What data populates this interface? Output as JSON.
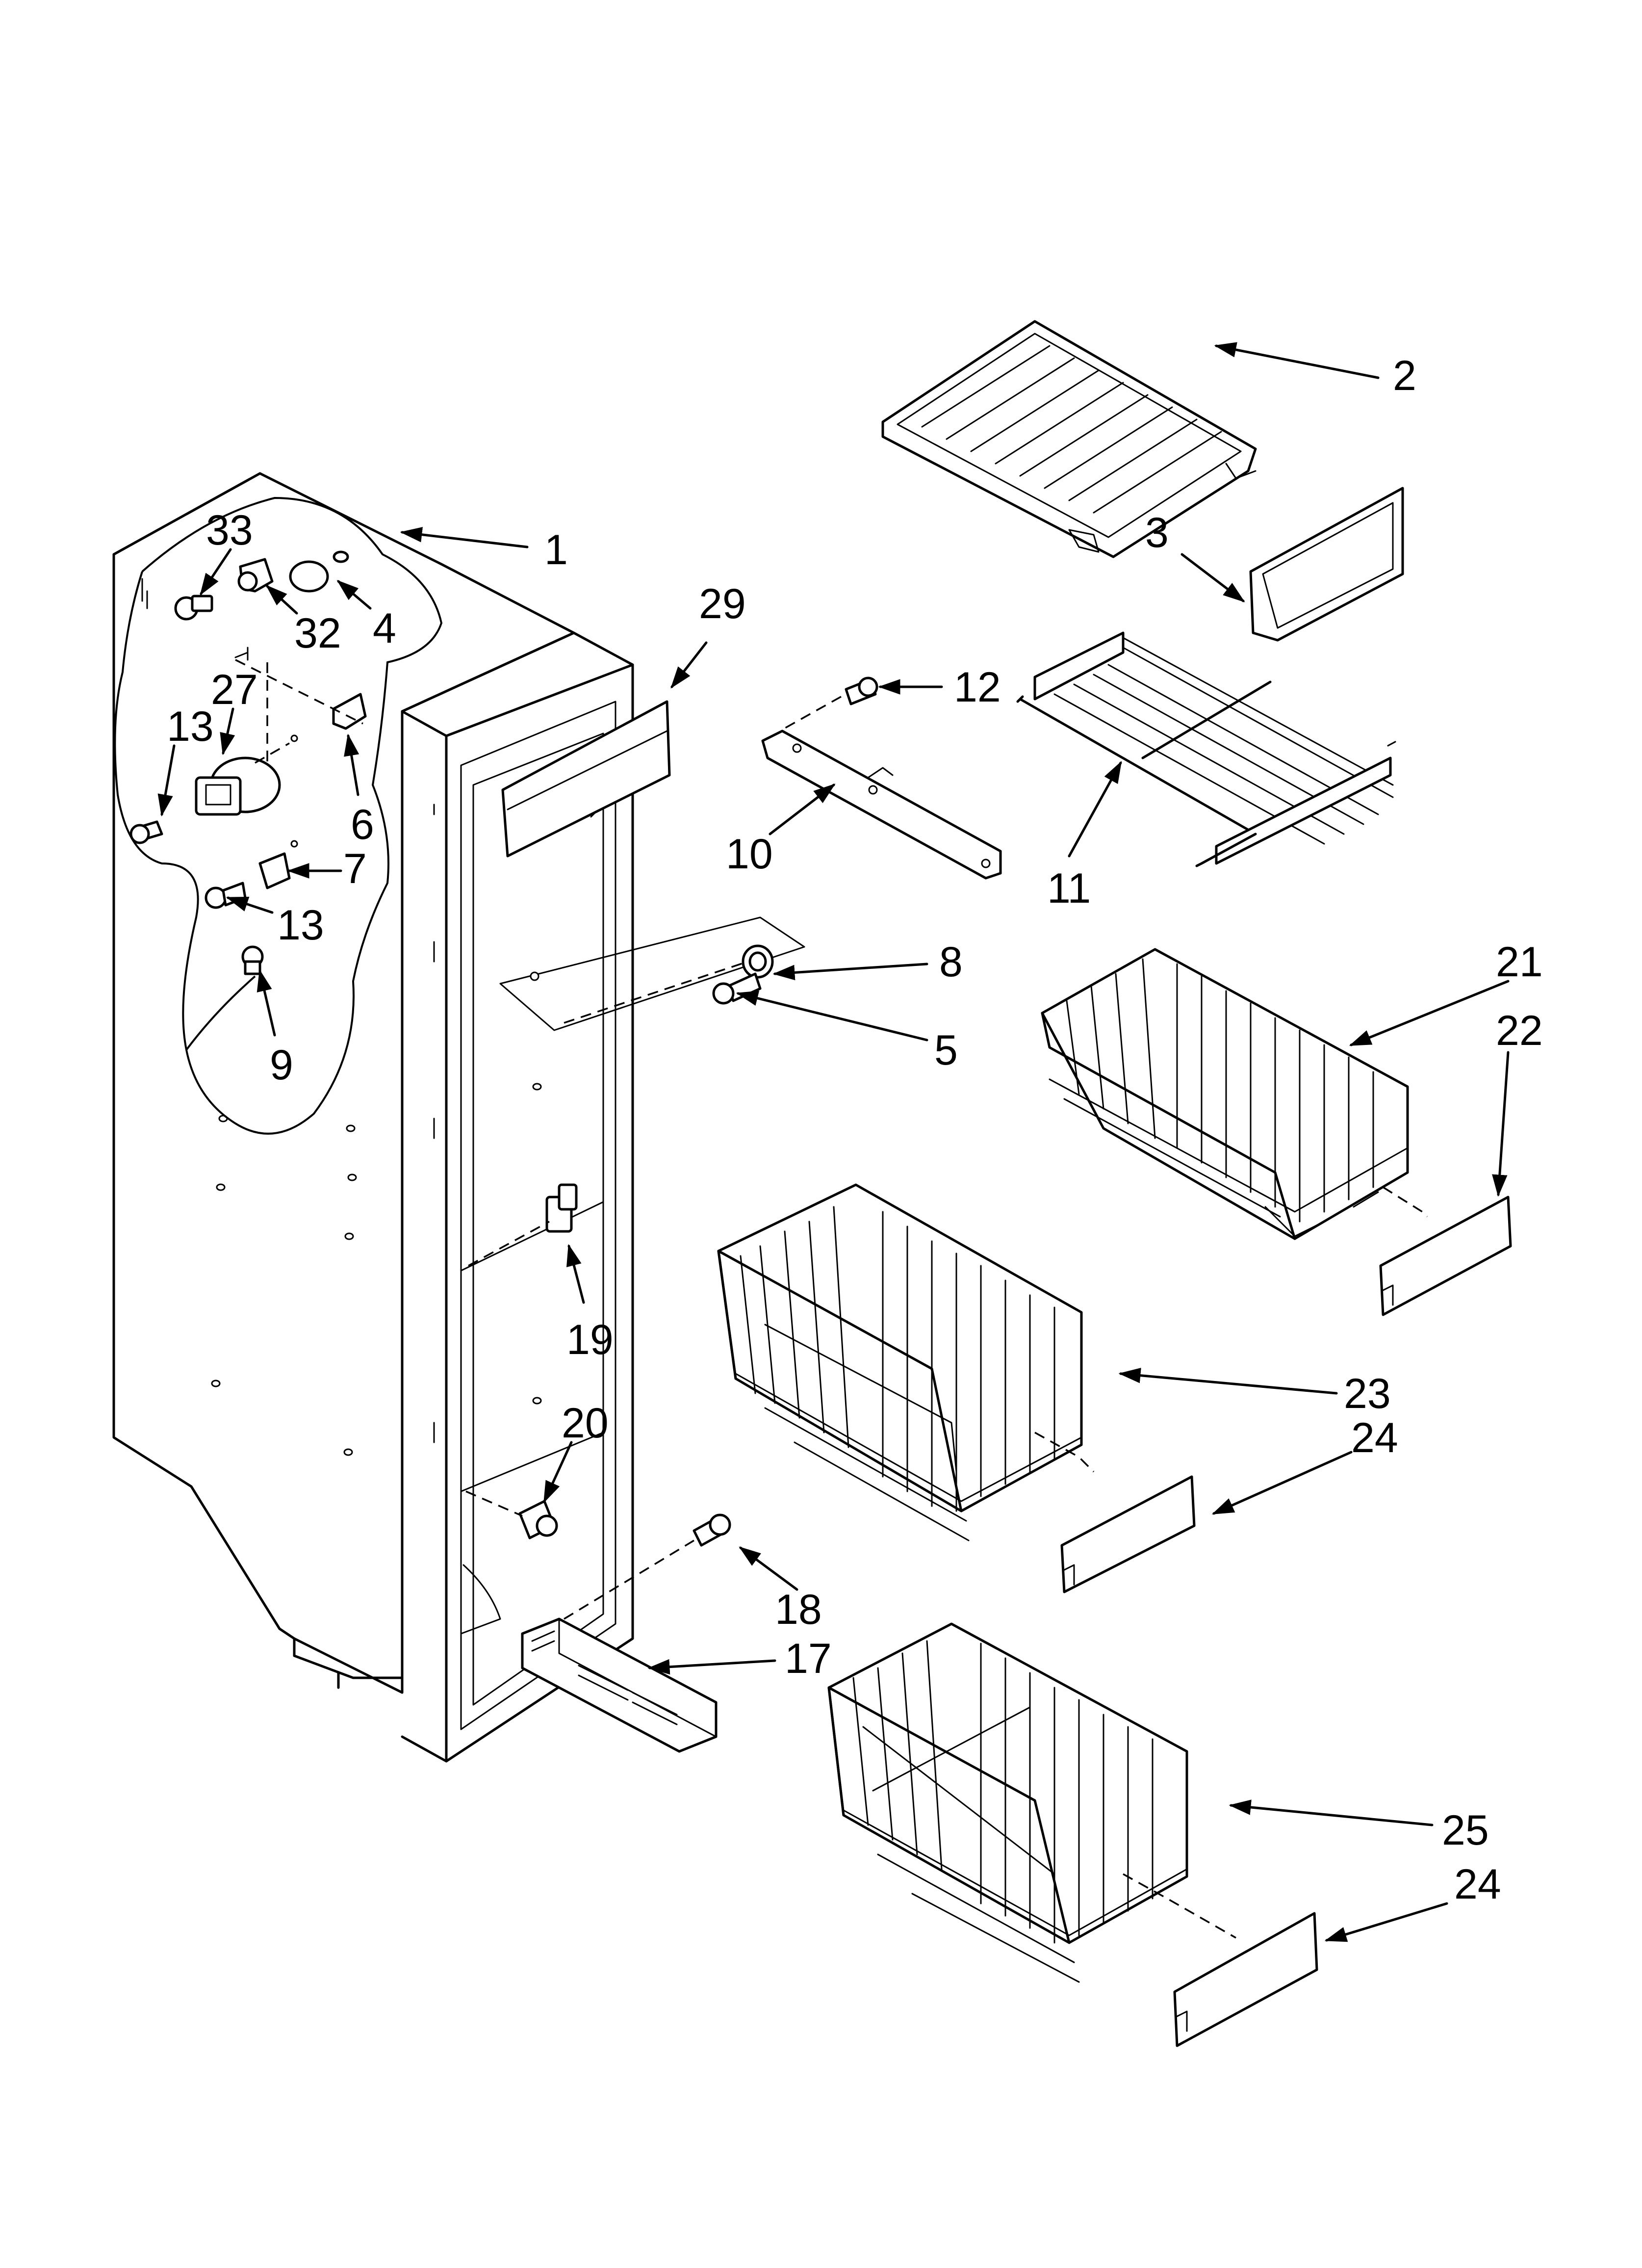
{
  "diagram": {
    "labels": {
      "p1": "1",
      "p2": "2",
      "p3": "3",
      "p4": "4",
      "p5": "5",
      "p6": "6",
      "p7": "7",
      "p8": "8",
      "p9": "9",
      "p10": "10",
      "p11": "11",
      "p12": "12",
      "p13a": "13",
      "p13b": "13",
      "p17": "17",
      "p18": "18",
      "p19": "19",
      "p20": "20",
      "p21": "21",
      "p22": "22",
      "p23": "23",
      "p24a": "24",
      "p24b": "24",
      "p25": "25",
      "p27": "27",
      "p29": "29",
      "p32": "32",
      "p33": "33"
    }
  }
}
